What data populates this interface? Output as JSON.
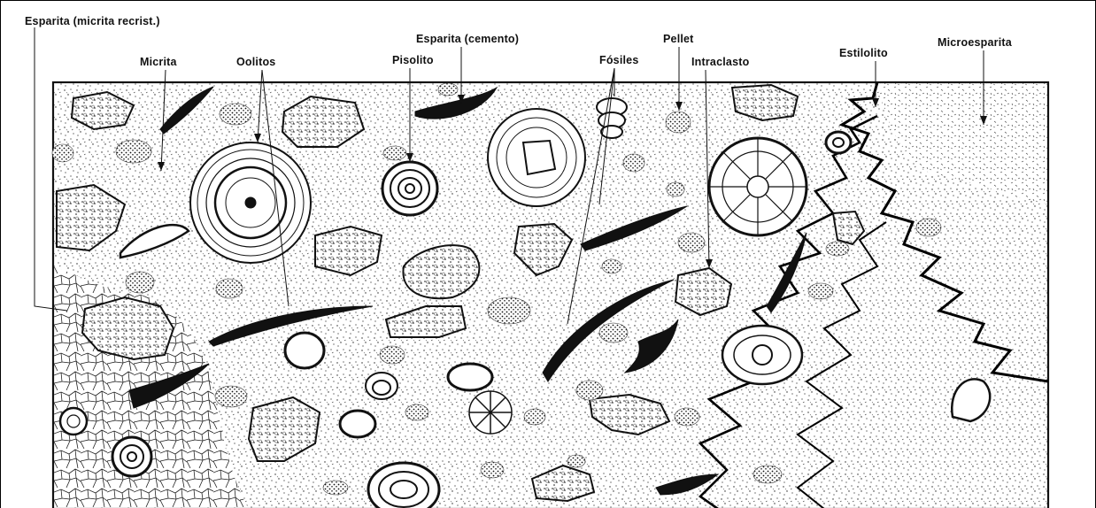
{
  "labels": {
    "esparita_recrist": "Esparita (micrita recrist.)",
    "micrita": "Micrita",
    "oolitos": "Oolitos",
    "pisolito": "Pisolito",
    "esparita_cemento": "Esparita (cemento)",
    "fosiles": "Fósiles",
    "pellet": "Pellet",
    "intraclasto": "Intraclasto",
    "estilolito": "Estilolito",
    "microesparita": "Microesparita"
  },
  "colors": {
    "ink": "#111111",
    "paper": "#ffffff"
  }
}
